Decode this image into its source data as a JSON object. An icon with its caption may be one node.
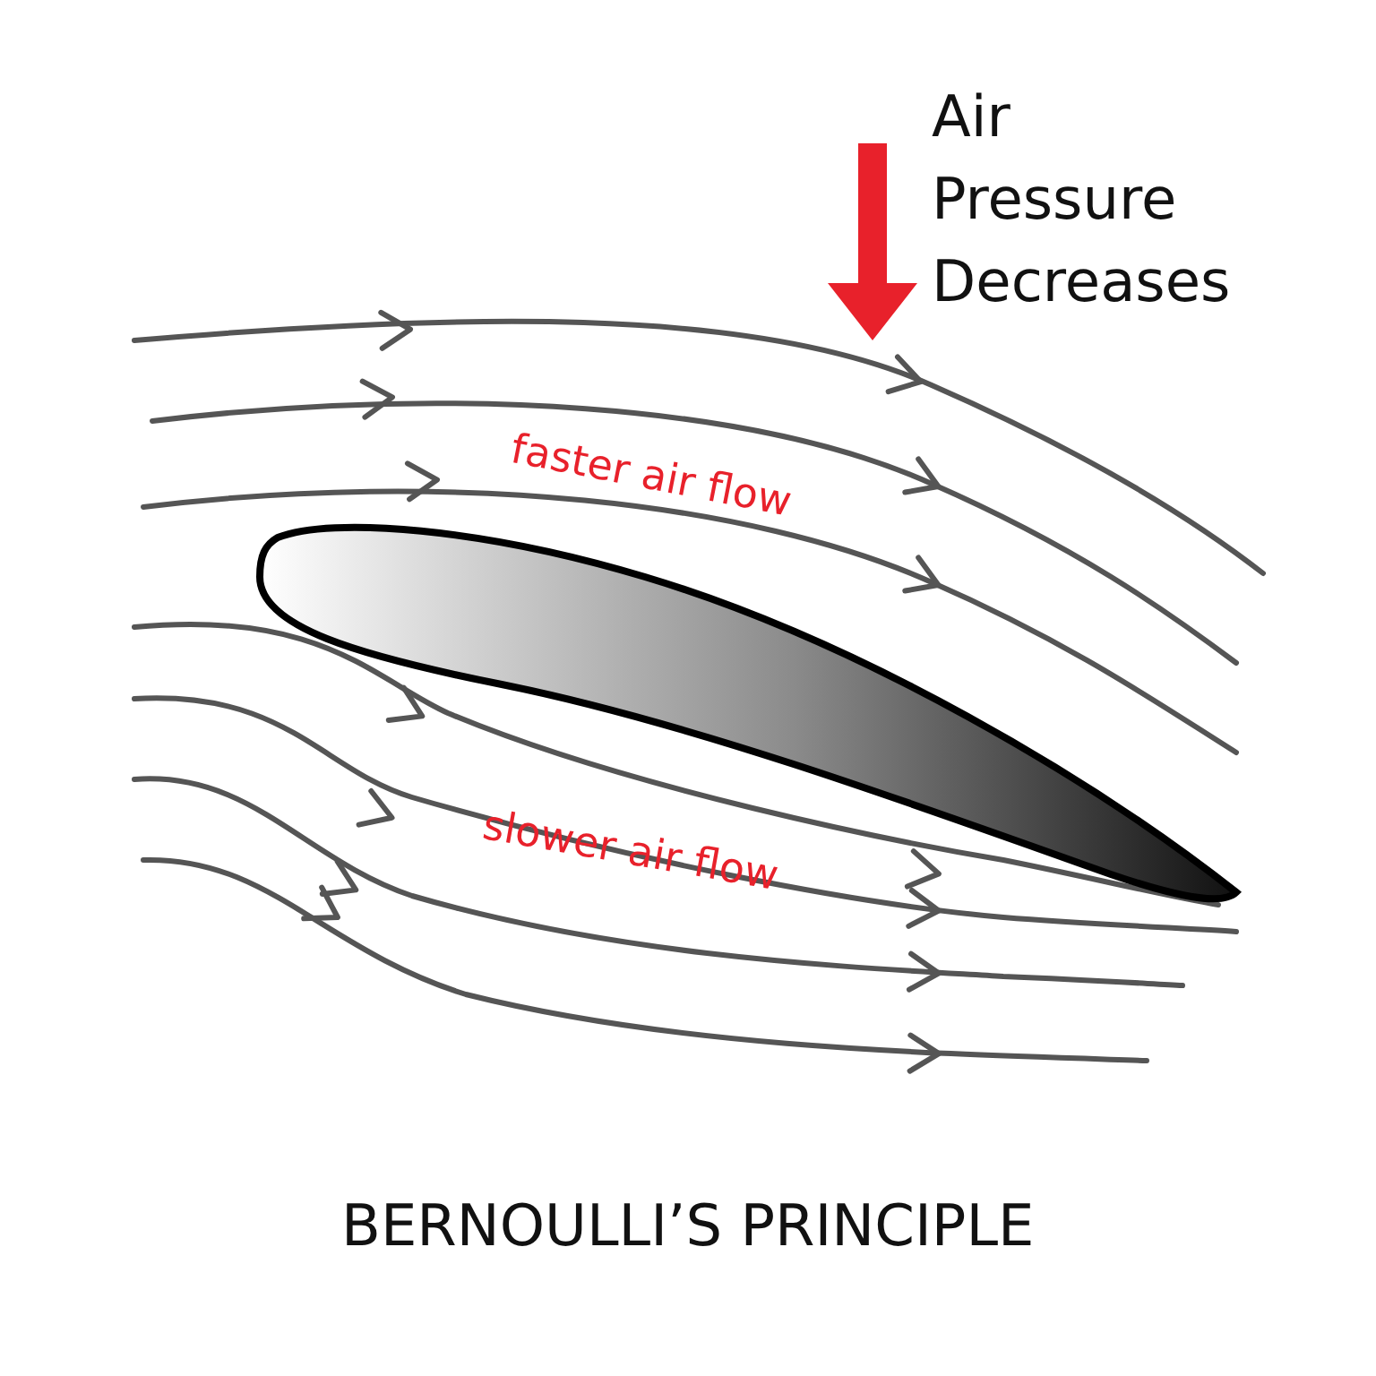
{
  "diagram": {
    "title": "BERNOULLI’S PRINCIPLE",
    "labels": [
      "Air Pressure Decreases",
      "faster air flow",
      "slower air flow"
    ]
  }
}
